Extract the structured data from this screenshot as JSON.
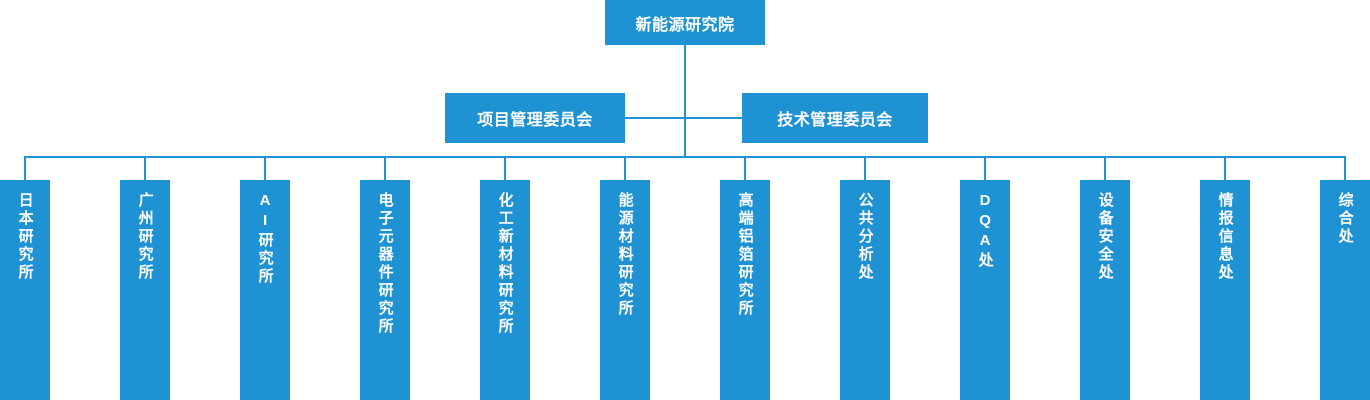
{
  "chart": {
    "type": "org-chart",
    "title": "新能源研究院",
    "accent_color": "#1f92d3",
    "background_color": "#ffffff",
    "text_color": "#ffffff"
  },
  "root": {
    "label": "新能源研究院"
  },
  "committees": [
    {
      "label": "项目管理委员会"
    },
    {
      "label": "技术管理委员会"
    }
  ],
  "departments": [
    {
      "label": "日本研究所"
    },
    {
      "label": "广州研究所"
    },
    {
      "label": "AI研究所"
    },
    {
      "label": "电子元器件研究所"
    },
    {
      "label": "化工新材料研究所"
    },
    {
      "label": "能源材料研究所"
    },
    {
      "label": "高端铝箔研究所"
    },
    {
      "label": "公共分析处"
    },
    {
      "label": "DQA处"
    },
    {
      "label": "设备安全处"
    },
    {
      "label": "情报信息处"
    },
    {
      "label": "综合处"
    }
  ]
}
